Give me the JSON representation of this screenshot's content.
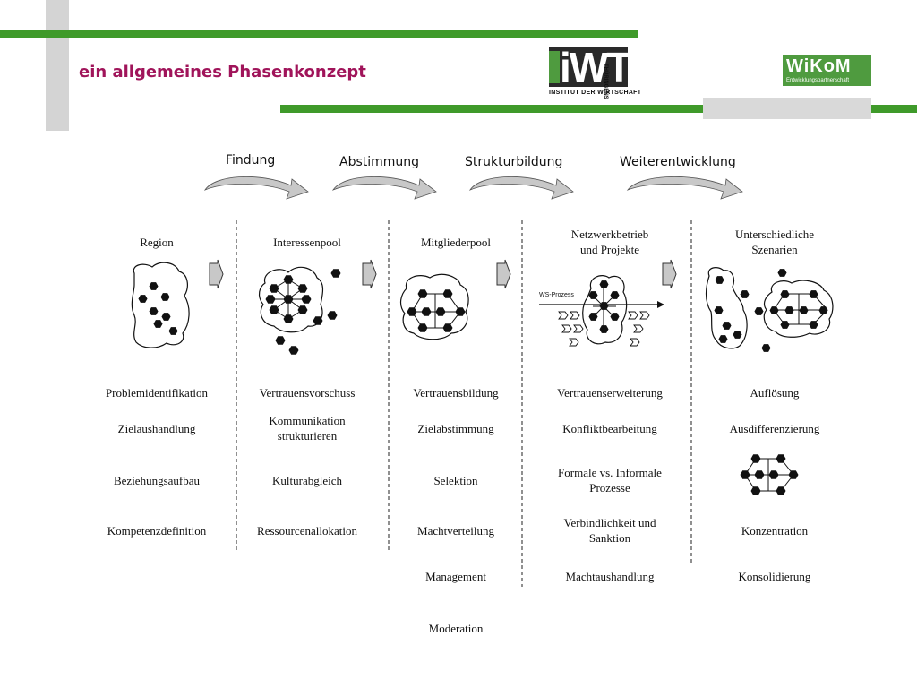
{
  "header": {
    "title": "ein allgemeines Phasenkonzept",
    "logo_iwt_word": "iWT",
    "logo_iwt_sub": "INSTITUT DER WIRTSCHAFT",
    "logo_iwt_side": "THÜRINGENS",
    "logo_wikom_word": "WiKoM",
    "logo_wikom_sub": "Entwicklungspartnerschaft"
  },
  "phases": [
    "Findung",
    "Abstimmung",
    "Strukturbildung",
    "Weiterentwicklung"
  ],
  "stage_labels": [
    "Region",
    "Interessenpool",
    "Mitgliederpool",
    "Netzwerkbetrieb\nund Projekte",
    "Unterschiedliche\nSzenarien"
  ],
  "ws_label": "WS-Prozess",
  "rows": [
    [
      "Problemidentifikation",
      "Vertrauensvorschuss",
      "Vertrauensbildung",
      "Vertrauenserweiterung",
      "Auflösung"
    ],
    [
      "Zielaushandlung",
      "Kommunikation\nstrukturieren",
      "Zielabstimmung",
      "Konfliktbearbeitung",
      "Ausdifferenzierung"
    ],
    [
      "Beziehungsaufbau",
      "Kulturabgleich",
      "Selektion",
      "Formale vs. Informale\nProzesse",
      ""
    ],
    [
      "Kompetenzdefinition",
      "Ressourcenallokation",
      "Machtverteilung",
      "Verbindlichkeit und\nSanktion",
      "Konzentration"
    ],
    [
      "",
      "",
      "Management",
      "Machtaushandlung",
      "Konsolidierung"
    ],
    [
      "",
      "",
      "Moderation",
      "",
      ""
    ]
  ],
  "colors": {
    "title": "#a0145a",
    "green": "#3f9a2a",
    "gray_bar": "#d4d4d4",
    "arrow_fill": "#c8c8c8"
  }
}
